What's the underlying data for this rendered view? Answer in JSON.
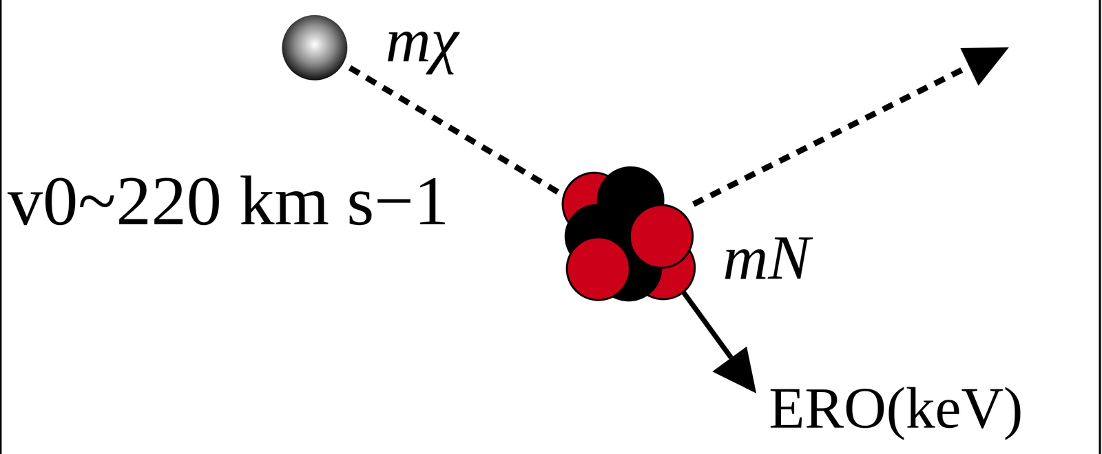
{
  "diagram": {
    "labels": [
      "mχ",
      "v0~220 km s−1",
      "mN",
      "ERO(keV)"
    ]
  }
}
